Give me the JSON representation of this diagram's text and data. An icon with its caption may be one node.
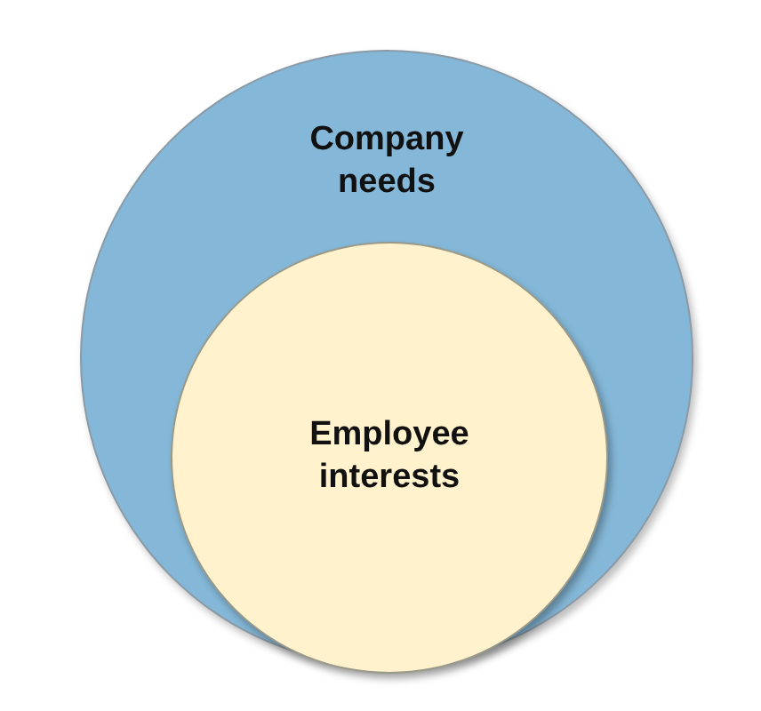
{
  "diagram": {
    "nodes": [
      {
        "text": [
          "Company needs"
        ]
      },
      {
        "text": [
          "Employee interests"
        ],
        "in": 0
      }
    ]
  }
}
